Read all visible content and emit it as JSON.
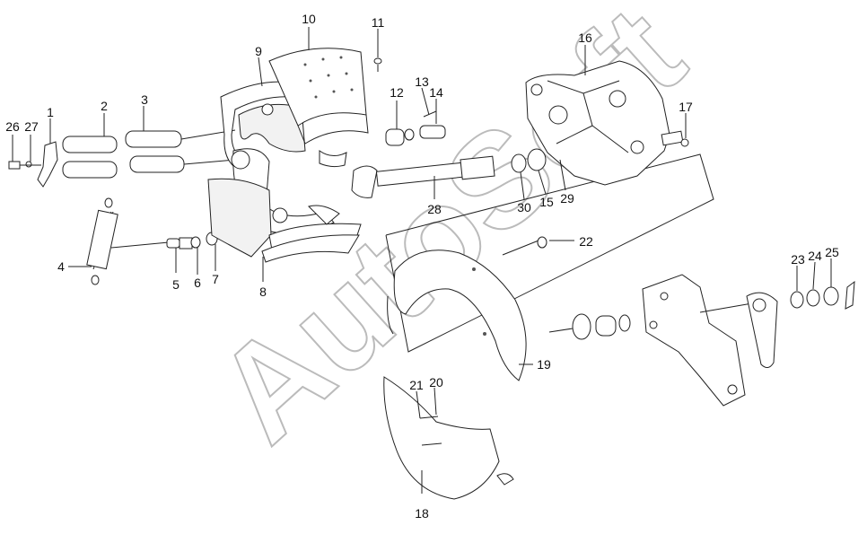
{
  "watermark": "AutoSoft",
  "part_numbers": [
    "1",
    "2",
    "3",
    "4",
    "5",
    "6",
    "7",
    "8",
    "9",
    "10",
    "11",
    "12",
    "13",
    "14",
    "15",
    "16",
    "17",
    "18",
    "19",
    "20",
    "21",
    "22",
    "23",
    "24",
    "25",
    "26",
    "27",
    "28",
    "29",
    "30"
  ]
}
